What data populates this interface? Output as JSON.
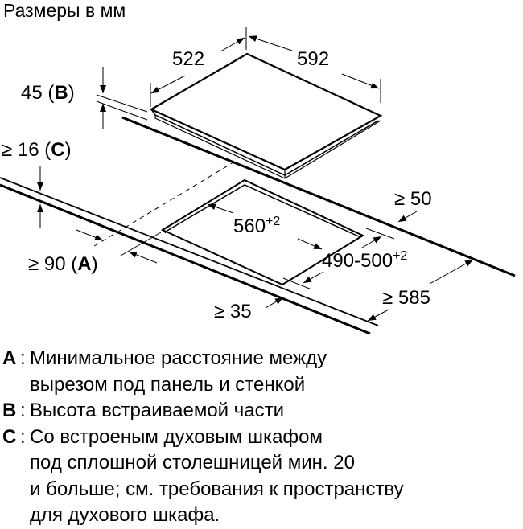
{
  "title": "Размеры в мм",
  "dimensions": {
    "hob_depth": "522",
    "hob_width": "592",
    "built_in_height": {
      "value": "45",
      "key": "B"
    },
    "oven_clearance": {
      "value": "≥ 16",
      "key": "C"
    },
    "wall_distance": {
      "value": "≥ 90",
      "key": "A"
    },
    "cutout_width": {
      "value": "560",
      "tolerance": "+2"
    },
    "cutout_depth": {
      "value": "490-500",
      "tolerance": "+2"
    },
    "rear_clearance": "≥ 50",
    "front_clearance": "≥ 35",
    "worktop_depth": "≥ 585"
  },
  "legend": [
    {
      "key": "A",
      "lines": [
        "Минимальное расстояние между",
        "вырезом под панель и стенкой"
      ]
    },
    {
      "key": "B",
      "lines": [
        "Высота встраиваемой части"
      ]
    },
    {
      "key": "C",
      "lines": [
        "Со встроеным духовым шкафом",
        "под сплошной столешницей мин. 20",
        "и больше; см. требования к пространству",
        "для духового шкафа."
      ]
    }
  ]
}
